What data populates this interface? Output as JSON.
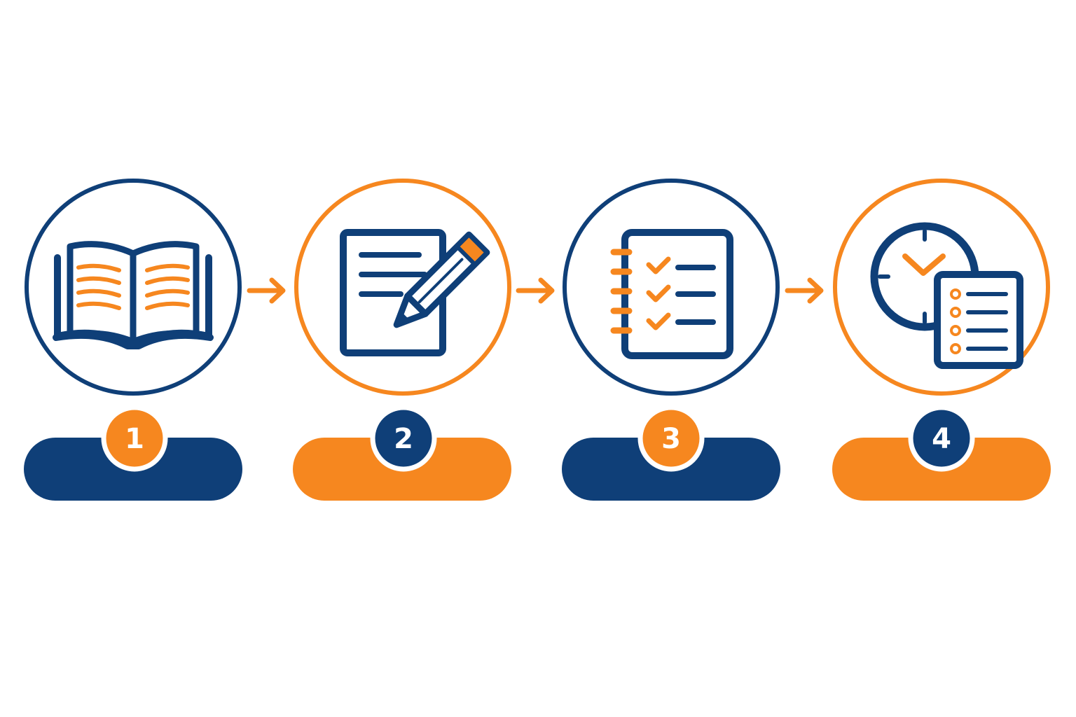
{
  "colors": {
    "navy": "#0f3f78",
    "orange": "#f6871f",
    "background": "#ffffff"
  },
  "steps": [
    {
      "number": "1",
      "icon": "open-book-icon",
      "ring_color": "navy",
      "pill_color": "navy",
      "badge_color": "orange"
    },
    {
      "number": "2",
      "icon": "document-pencil-icon",
      "ring_color": "orange",
      "pill_color": "orange",
      "badge_color": "navy"
    },
    {
      "number": "3",
      "icon": "checklist-notebook-icon",
      "ring_color": "navy",
      "pill_color": "navy",
      "badge_color": "orange"
    },
    {
      "number": "4",
      "icon": "clock-schedule-icon",
      "ring_color": "orange",
      "pill_color": "orange",
      "badge_color": "navy"
    }
  ],
  "connectors": [
    "arrow-right-icon",
    "arrow-right-icon",
    "arrow-right-icon"
  ]
}
